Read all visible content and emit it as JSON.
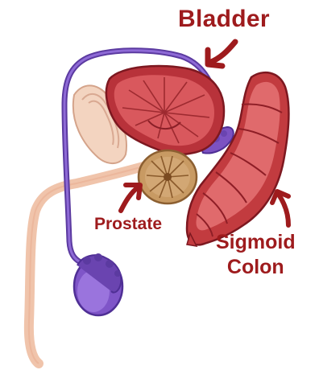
{
  "labels": {
    "bladder": "Bladder",
    "prostate": "Prostate",
    "colon_line1": "Sigmoid",
    "colon_line2": "Colon"
  },
  "colors": {
    "label_text": "#9e1b1d",
    "arrows": "#9e1b1d",
    "bladder_fill": "#b8323a",
    "bladder_inner": "#d9585d",
    "prostate_fill": "#c89a63",
    "colon_fill": "#c23b3f",
    "vas_deferens": "#6a44b0",
    "testis_fill": "#7f55c8",
    "urethra": "#f0c4ab"
  }
}
